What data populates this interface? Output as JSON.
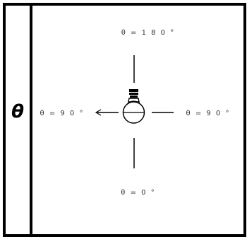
{
  "column_symbol": "θ",
  "labels": {
    "top": "θ = 1 8 0 °",
    "left": "θ = 9 0 °",
    "right": "θ = 9 0 °",
    "bottom": "θ = 0 °"
  },
  "icons": {
    "center": "light-bulb-icon"
  }
}
